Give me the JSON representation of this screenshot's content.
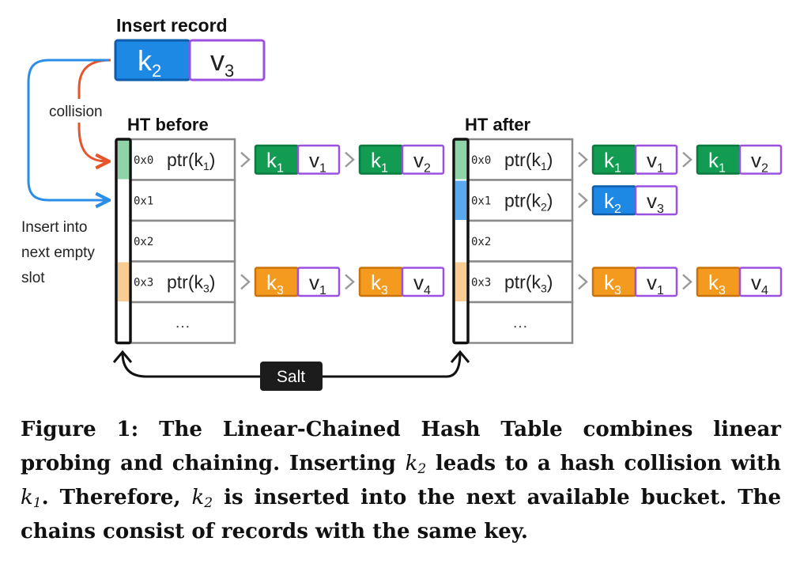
{
  "insert_title": "Insert record",
  "insert_key": "k",
  "insert_key_sub": "2",
  "insert_val": "v",
  "insert_val_sub": "3",
  "collision_label": "collision",
  "insert_next_lines": [
    "Insert into",
    "next empty",
    "slot"
  ],
  "salt_label": "Salt",
  "colors": {
    "green": "#119c52",
    "green_light": "#8fd3a8",
    "blue": "#1e88e5",
    "blue_light": "#5aa9ee",
    "orange": "#f39a1f",
    "orange_light": "#f8cc92",
    "purple": "#9b51e0",
    "red_arrow": "#e8552c",
    "blue_arrow": "#2a8ee8",
    "gray": "#7a7a7a",
    "salt_bg": "#1c1c1c"
  },
  "tables": [
    {
      "title": "HT before",
      "rows": [
        {
          "addr": "0x0",
          "ptr": "ptr(k",
          "ptr_sub": "1",
          "ptr_close": ")",
          "bar": "green_light",
          "chain": [
            {
              "k": "k",
              "ks": "1",
              "v": "v",
              "vs": "1",
              "color": "green"
            },
            {
              "k": "k",
              "ks": "1",
              "v": "v",
              "vs": "2",
              "color": "green"
            }
          ]
        },
        {
          "addr": "0x1",
          "ptr": "",
          "ptr_sub": "",
          "ptr_close": "",
          "bar": "",
          "chain": []
        },
        {
          "addr": "0x2",
          "ptr": "",
          "ptr_sub": "",
          "ptr_close": "",
          "bar": "",
          "chain": []
        },
        {
          "addr": "0x3",
          "ptr": "ptr(k",
          "ptr_sub": "3",
          "ptr_close": ")",
          "bar": "orange_light",
          "chain": [
            {
              "k": "k",
              "ks": "3",
              "v": "v",
              "vs": "1",
              "color": "orange"
            },
            {
              "k": "k",
              "ks": "3",
              "v": "v",
              "vs": "4",
              "color": "orange"
            }
          ]
        },
        {
          "addr": "",
          "ptr": "…",
          "ptr_sub": "",
          "ptr_close": "",
          "bar": "",
          "chain": []
        }
      ]
    },
    {
      "title": "HT after",
      "rows": [
        {
          "addr": "0x0",
          "ptr": "ptr(k",
          "ptr_sub": "1",
          "ptr_close": ")",
          "bar": "green_light",
          "chain": [
            {
              "k": "k",
              "ks": "1",
              "v": "v",
              "vs": "1",
              "color": "green"
            },
            {
              "k": "k",
              "ks": "1",
              "v": "v",
              "vs": "2",
              "color": "green"
            }
          ]
        },
        {
          "addr": "0x1",
          "ptr": "ptr(k",
          "ptr_sub": "2",
          "ptr_close": ")",
          "bar": "blue_light",
          "chain": [
            {
              "k": "k",
              "ks": "2",
              "v": "v",
              "vs": "3",
              "color": "blue"
            }
          ]
        },
        {
          "addr": "0x2",
          "ptr": "",
          "ptr_sub": "",
          "ptr_close": "",
          "bar": "",
          "chain": []
        },
        {
          "addr": "0x3",
          "ptr": "ptr(k",
          "ptr_sub": "3",
          "ptr_close": ")",
          "bar": "orange_light",
          "chain": [
            {
              "k": "k",
              "ks": "3",
              "v": "v",
              "vs": "1",
              "color": "orange"
            },
            {
              "k": "k",
              "ks": "3",
              "v": "v",
              "vs": "4",
              "color": "orange"
            }
          ]
        },
        {
          "addr": "",
          "ptr": "…",
          "ptr_sub": "",
          "ptr_close": "",
          "bar": "",
          "chain": []
        }
      ]
    }
  ],
  "caption": {
    "part1": "Figure 1: The Linear-Chained Hash Table combines linear probing and chaining. Inserting ",
    "var1": "k",
    "var1_sub": "2",
    "part2": " leads to a hash collision with ",
    "var2": "k",
    "var2_sub": "1",
    "part3": ". Therefore, ",
    "var3": "k",
    "var3_sub": "2",
    "part4": " is inserted into the next available bucket. The chains consist of records with the same key."
  }
}
